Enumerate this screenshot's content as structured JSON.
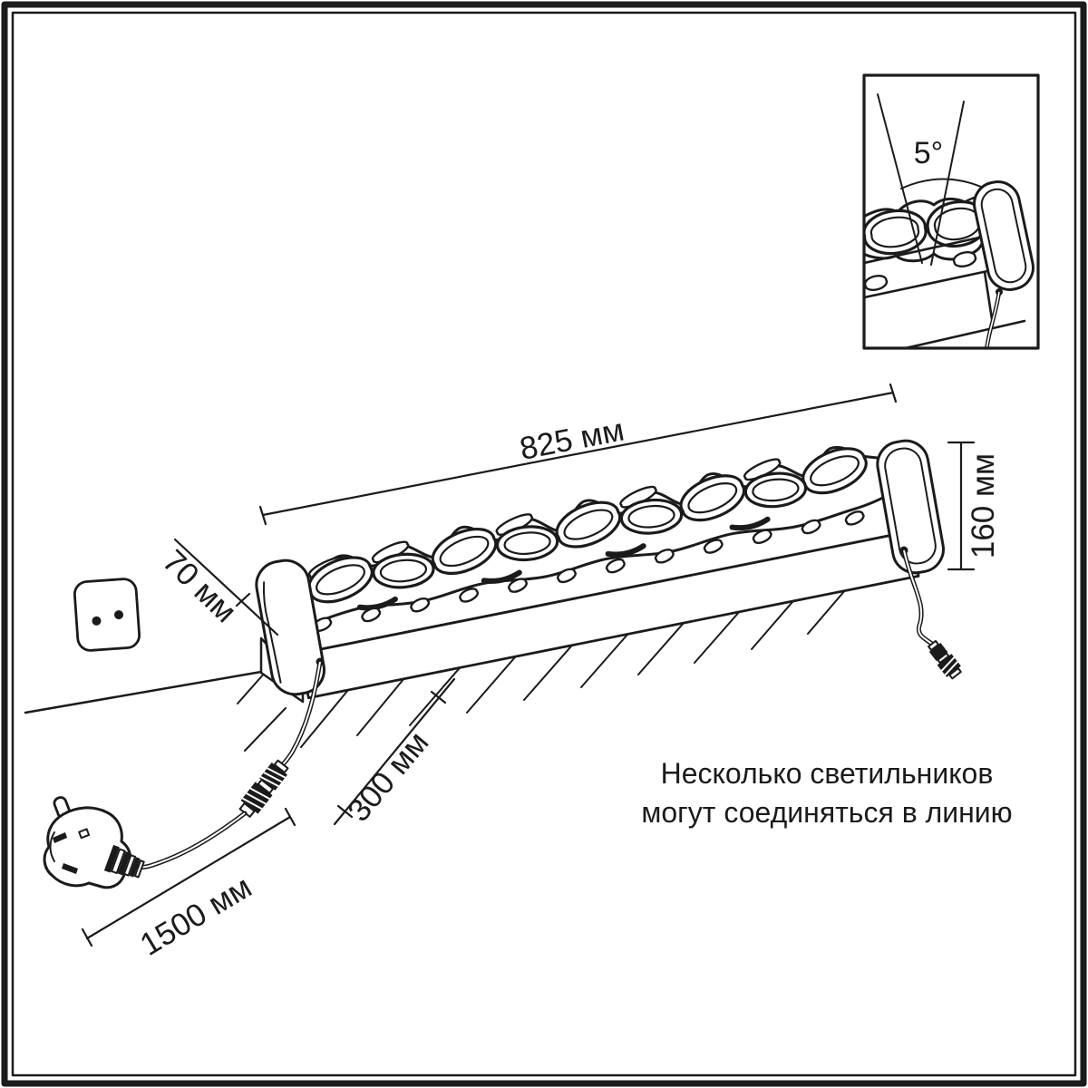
{
  "diagram": {
    "title_type": "wall-luminaire installation drawing",
    "dimensions": {
      "length": "825 мм",
      "height": "160 мм",
      "depth": "70 мм",
      "beam_offset": "300 мм",
      "cable_length": "1500 мм"
    },
    "detail_inset": {
      "tilt_angle": "5°"
    },
    "note": {
      "line1": "Несколько светильников",
      "line2": "могут соединяться в линию"
    },
    "colors": {
      "ink": "#1b1b1b",
      "paper": "#ffffff"
    }
  }
}
